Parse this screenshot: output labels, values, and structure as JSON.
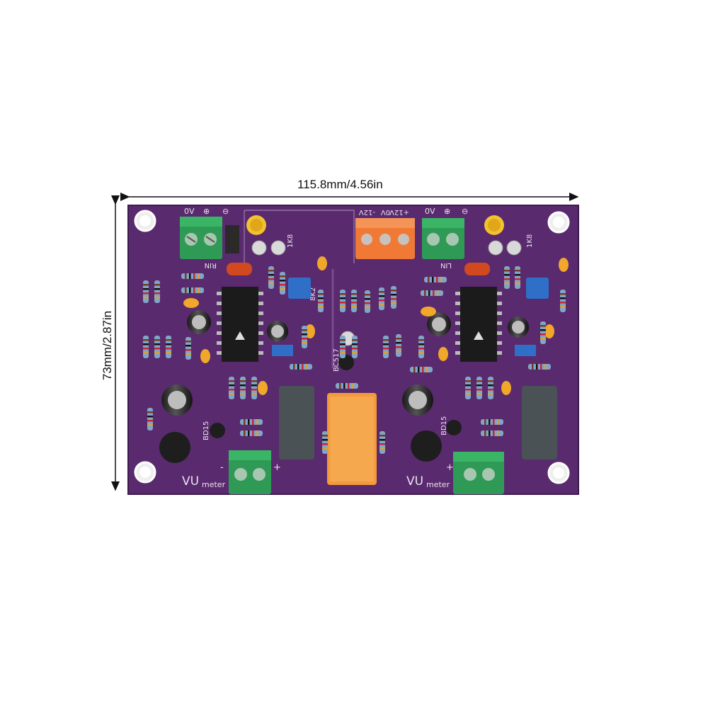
{
  "dimensions": {
    "width_label": "115.8mm/4.56in",
    "height_label": "73mm/2.87in"
  },
  "board": {
    "silkscreen": {
      "right_channel": "RIN",
      "left_channel": "LIN",
      "zero_v": "0V",
      "power_zero": "0V",
      "minus_12v": "-12V",
      "plus_12v": "+12V",
      "vu_meter": "VU",
      "vu_meter_sub": "meter",
      "minus": "-",
      "plus": "+",
      "transistor_center": "BC517",
      "transistor_left": "BD15",
      "transistor_right": "BD15",
      "resistor_1k8_left": "1K8",
      "resistor_1k8_right": "1K8",
      "resistor_8k2": "8K2"
    },
    "colors": {
      "pcb": "#5a2a6e",
      "silkscreen": "#e8e2ee",
      "terminal_green": "#2f9a55",
      "terminal_orange": "#f07a35",
      "relay": "#f39a3a",
      "trimmer": "#2f6fc8",
      "inductor": "#4a5256"
    }
  }
}
